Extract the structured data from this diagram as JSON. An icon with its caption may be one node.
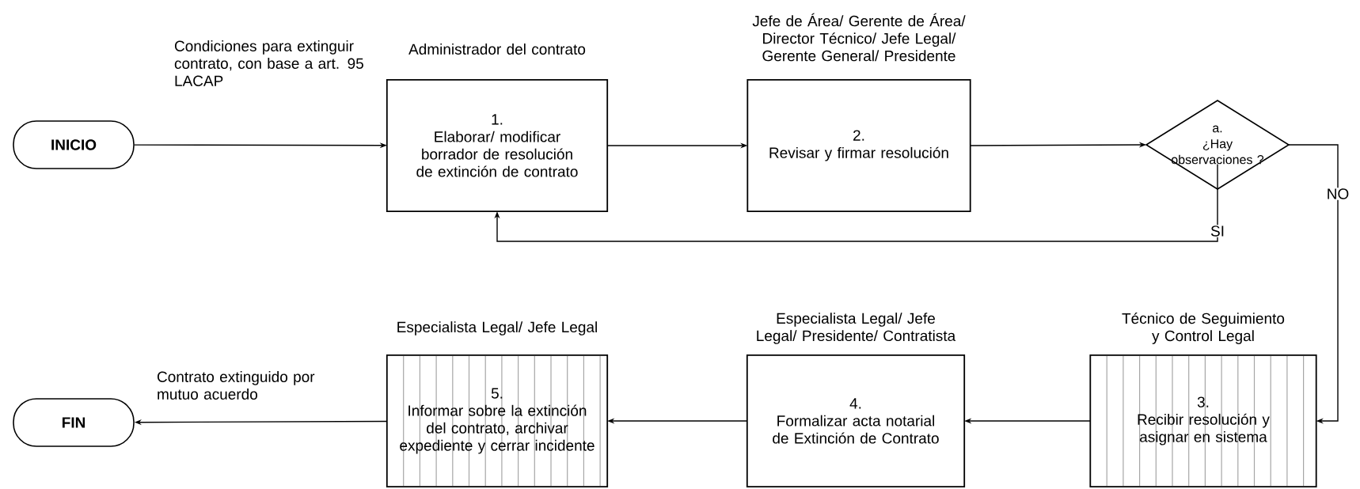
{
  "diagram": {
    "nodes": [
      {
        "text": [
          "INICIO"
        ]
      },
      {
        "text": [
          "Administrador del contrato",
          "1.",
          "Elaborar/ modificar borrador de resolución de extinción de contrato"
        ]
      },
      {
        "text": [
          "Jefe de Área/ Gerente de Área/ Director Técnico/ Jefe Legal/ Gerente General/ Presidente",
          "2.",
          "Revisar y firmar resolución"
        ]
      },
      {
        "text": [
          "a.",
          "¿Hay observaciones ?"
        ]
      },
      {
        "text": [
          "Técnico de Seguimiento y Control Legal",
          "3.",
          "Recibir resolución y asignar en sistema"
        ]
      },
      {
        "text": [
          "Especialista Legal/ Jefe Legal/ Presidente/ Contratista",
          "4.",
          "Formalizar acta notarial de Extinción de Contrato"
        ]
      },
      {
        "text": [
          "Especialista Legal/ Jefe Legal",
          "5.",
          "Informar sobre la extinción del contrato, archivar expediente y cerrar incidente"
        ]
      },
      {
        "text": [
          "FIN"
        ]
      }
    ],
    "edges": [
      {
        "from": 0,
        "to": 1,
        "arrow": "to",
        "label": "Condiciones para extinguir contrato, con base a art. 95 LACAP"
      },
      {
        "from": 1,
        "to": 2,
        "arrow": "to"
      },
      {
        "from": 2,
        "to": 3,
        "arrow": "to"
      },
      {
        "from": 3,
        "to": 1,
        "arrow": "to",
        "label": "SI"
      },
      {
        "from": 3,
        "to": 4,
        "arrow": "to",
        "label": "NO"
      },
      {
        "from": 4,
        "to": 5,
        "arrow": "to"
      },
      {
        "from": 5,
        "to": 6,
        "arrow": "to"
      },
      {
        "from": 6,
        "to": 7,
        "arrow": "to",
        "label": "Contrato extinguido por mutuo acuerdo"
      }
    ]
  }
}
